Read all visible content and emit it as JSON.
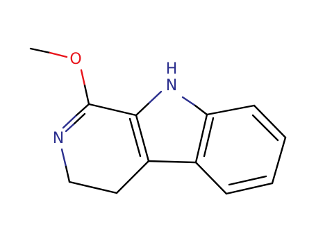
{
  "molecule": {
    "atoms": {
      "oxygen": "O",
      "nitrogen_ring": "N",
      "nitrogen_indole": "N",
      "indole_hydrogen": "H"
    }
  },
  "colors": {
    "carbon_bond": "#000000",
    "oxygen": "#e8141b",
    "nitrogen": "#2b2f8e"
  }
}
